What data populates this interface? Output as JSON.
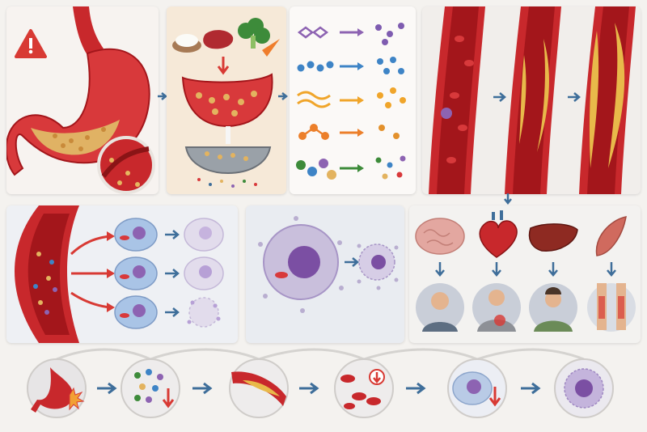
{
  "colors": {
    "arrow": "#3e6e9a",
    "vessel_red": "#c8282c",
    "blood_dark": "#a3161b",
    "plaque": "#e8b94a",
    "cell_blue": "#a9c4e6",
    "cell_purple": "#8d63b2",
    "background": "#f4f2ef",
    "warning_red": "#d83a34"
  },
  "icons": {
    "warning": "warning-triangle-icon",
    "flow_arrow": "arrow-right-icon",
    "down_arrow": "arrow-down-icon"
  },
  "stages": [
    "stomach",
    "digestion",
    "nutrient-molecules",
    "artery-plaque",
    "cell-uptake",
    "cell-breakdown",
    "organs",
    "symptoms",
    "summary-timeline"
  ]
}
